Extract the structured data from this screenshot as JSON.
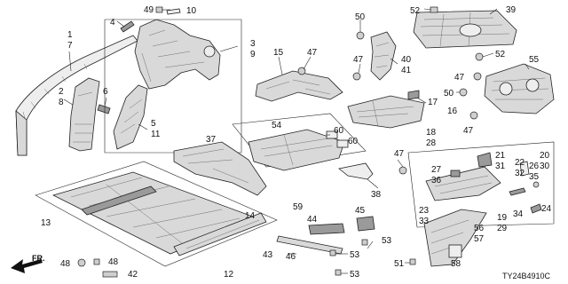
{
  "diagram_code": "TY24B4910C",
  "front_arrow_label": "FR.",
  "callouts": {
    "c1": "1",
    "c7": "7",
    "c2": "2",
    "c8": "8",
    "c6": "6",
    "c4": "4",
    "c49": "49",
    "c10": "10",
    "c3": "3",
    "c9": "9",
    "c5": "5",
    "c11": "11",
    "c15": "15",
    "c47a": "47",
    "c50a": "50",
    "c47b": "47",
    "c40": "40",
    "c41": "41",
    "c52a": "52",
    "c39": "39",
    "c52b": "52",
    "c47c": "47",
    "c55": "55",
    "c50b": "50",
    "c47d": "47",
    "c17": "17",
    "c16": "16",
    "c54": "54",
    "c60a": "60",
    "c60b": "60",
    "c37": "37",
    "c59": "59",
    "c38": "38",
    "c18": "18",
    "c28": "28",
    "c47e": "47",
    "c21": "21",
    "c31": "31",
    "c27": "27",
    "c36": "36",
    "c20": "20",
    "c30": "30",
    "c22": "22",
    "c32": "32",
    "c26": "26",
    "c35": "35",
    "c23": "23",
    "c33": "33",
    "c34": "34",
    "c19": "19",
    "c29": "29",
    "c24": "24",
    "c56": "56",
    "c57": "57",
    "c58": "58",
    "c51": "51",
    "c53a": "53",
    "c53b": "53",
    "c53c": "53",
    "c44": "44",
    "c45": "45",
    "c43": "43",
    "c46": "46",
    "c13": "13",
    "c14": "14",
    "c12": "12",
    "c48a": "48",
    "c48b": "48",
    "c42": "42"
  }
}
